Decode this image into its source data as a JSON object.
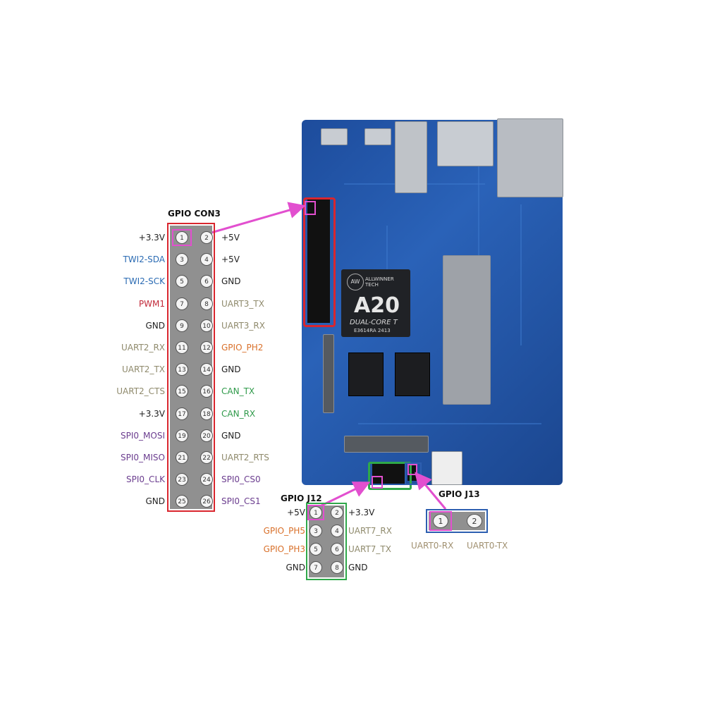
{
  "chip": {
    "brand": "ALLWINNER TECH",
    "model": "A20",
    "variant": "DUAL-CORE T",
    "code": "E3614RA 2413"
  },
  "con3": {
    "title": "GPIO CON3",
    "rows": [
      {
        "l": "+3.3V",
        "lc": "blk",
        "a": "1",
        "b": "2",
        "r": "+5V",
        "rc": "blk"
      },
      {
        "l": "TWI2-SDA",
        "lc": "blu",
        "a": "3",
        "b": "4",
        "r": "+5V",
        "rc": "blk"
      },
      {
        "l": "TWI2-SCK",
        "lc": "blu",
        "a": "5",
        "b": "6",
        "r": "GND",
        "rc": "blk"
      },
      {
        "l": "PWM1",
        "lc": "red",
        "a": "7",
        "b": "8",
        "r": "UART3_TX",
        "rc": "olv"
      },
      {
        "l": "GND",
        "lc": "blk",
        "a": "9",
        "b": "10",
        "r": "UART3_RX",
        "rc": "olv"
      },
      {
        "l": "UART2_RX",
        "lc": "olv",
        "a": "11",
        "b": "12",
        "r": "GPIO_PH2",
        "rc": "org"
      },
      {
        "l": "UART2_TX",
        "lc": "olv",
        "a": "13",
        "b": "14",
        "r": "GND",
        "rc": "blk"
      },
      {
        "l": "UART2_CTS",
        "lc": "olv",
        "a": "15",
        "b": "16",
        "r": "CAN_TX",
        "rc": "grn"
      },
      {
        "l": "+3.3V",
        "lc": "blk",
        "a": "17",
        "b": "18",
        "r": "CAN_RX",
        "rc": "grn"
      },
      {
        "l": "SPI0_MOSI",
        "lc": "pur",
        "a": "19",
        "b": "20",
        "r": "GND",
        "rc": "blk"
      },
      {
        "l": "SPI0_MISO",
        "lc": "pur",
        "a": "21",
        "b": "22",
        "r": "UART2_RTS",
        "rc": "olv"
      },
      {
        "l": "SPI0_CLK",
        "lc": "pur",
        "a": "23",
        "b": "24",
        "r": "SPI0_CS0",
        "rc": "pur"
      },
      {
        "l": "GND",
        "lc": "blk",
        "a": "25",
        "b": "26",
        "r": "SPI0_CS1",
        "rc": "pur"
      }
    ]
  },
  "j12": {
    "title": "GPIO J12",
    "rows": [
      {
        "l": "+5V",
        "lc": "blk",
        "a": "1",
        "b": "2",
        "r": "+3.3V",
        "rc": "blk"
      },
      {
        "l": "GPIO_PH5",
        "lc": "org",
        "a": "3",
        "b": "4",
        "r": "UART7_RX",
        "rc": "olv"
      },
      {
        "l": "GPIO_PH3",
        "lc": "org",
        "a": "5",
        "b": "6",
        "r": "UART7_TX",
        "rc": "olv"
      },
      {
        "l": "GND",
        "lc": "blk",
        "a": "7",
        "b": "8",
        "r": "GND",
        "rc": "blk"
      }
    ]
  },
  "j13": {
    "title": "GPIO J13",
    "pins": [
      "1",
      "2"
    ],
    "labels": [
      "UART0-RX",
      "UART0-TX"
    ]
  },
  "colors": {
    "highlight": "#e24fcf",
    "con3_frame": "#d9262e",
    "j12_frame": "#2fa84a",
    "j13_frame": "#2d5fb0",
    "pcb": "#1e4fa0"
  }
}
